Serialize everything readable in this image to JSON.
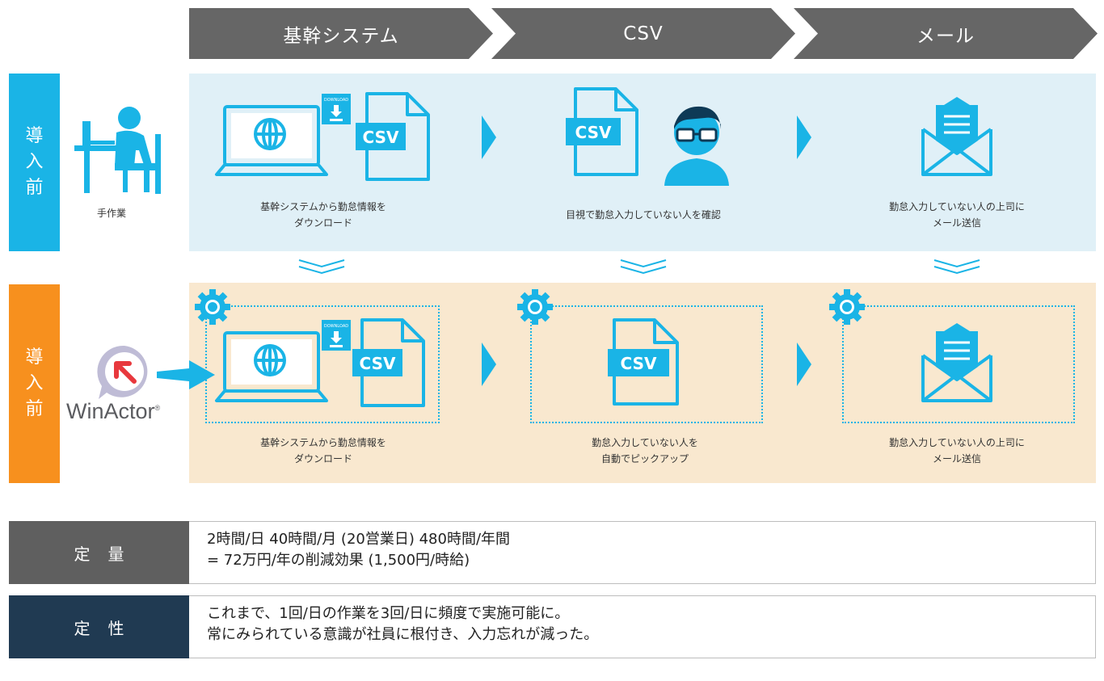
{
  "header": {
    "steps": [
      "基幹システム",
      "CSV",
      "メール"
    ]
  },
  "before": {
    "side_label": [
      "導",
      "入",
      "前"
    ],
    "actor_caption": "手作業",
    "steps": [
      {
        "lines": [
          "基幹システムから勤怠情報を",
          "ダウンロード"
        ]
      },
      {
        "lines": [
          "目視で勤怠入力していない人を確認"
        ]
      },
      {
        "lines": [
          "勤怠入力していない人の上司に",
          "メール送信"
        ]
      }
    ]
  },
  "after": {
    "side_label": [
      "導",
      "入",
      "前"
    ],
    "logo_text": "WinActor",
    "logo_mark": "®",
    "steps": [
      {
        "lines": [
          "基幹システムから勤怠情報を",
          "ダウンロード"
        ]
      },
      {
        "lines": [
          "勤怠入力していない人を",
          "自動でピックアップ"
        ]
      },
      {
        "lines": [
          "勤怠入力していない人の上司に",
          "メール送信"
        ]
      }
    ]
  },
  "icons": {
    "download_badge_text": "DOWNLOAD",
    "csv_text": "CSV"
  },
  "summary": {
    "quantitative": {
      "label": "定量",
      "lines": [
        "2時間/日 40時間/月 (20営業日) 480時間/年間",
        "= 72万円/年の削減効果 (1,500円/時給)"
      ]
    },
    "qualitative": {
      "label": "定性",
      "lines": [
        "これまで、1回/日の作業を3回/日に頻度で実施可能に。",
        "常にみられている意識が社員に根付き、入力忘れが減った。"
      ]
    }
  },
  "colors": {
    "accent_blue": "#1ab4e6",
    "accent_orange": "#f7901e",
    "header_gray": "#666666",
    "panel_blue": "#e0f0f7",
    "panel_orange": "#f9e8cf",
    "navy": "#203a52",
    "logo_red": "#e8383d"
  }
}
